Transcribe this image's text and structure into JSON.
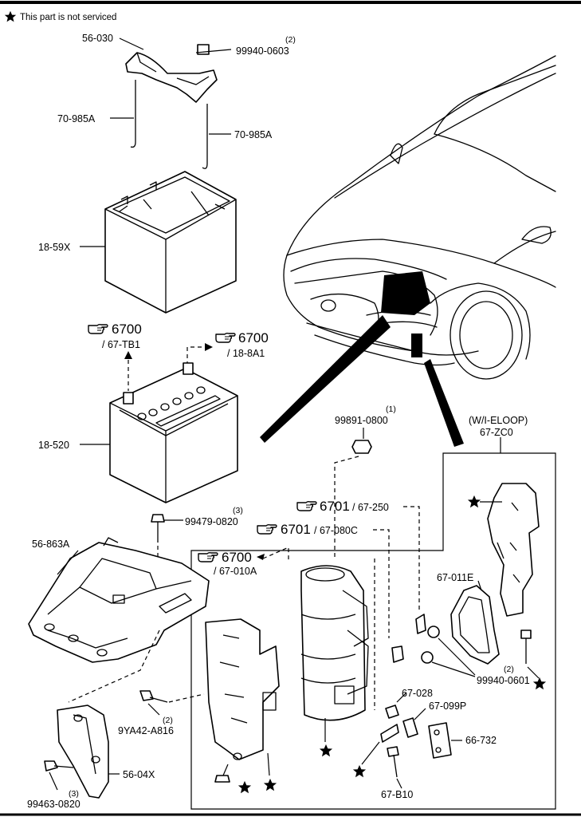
{
  "header": {
    "note_symbol": "★",
    "note_text": "This part is not serviced"
  },
  "labels": {
    "bracket_top": "56-030",
    "nut_top_qty": "(2)",
    "nut_top": "99940-0603",
    "rod_left": "70-985A",
    "rod_right": "70-985A",
    "battery_cover": "18-59X",
    "ref1_num": "6700",
    "ref1_sub": "/ 67-TB1",
    "ref2_num": "6700",
    "ref2_sub": "/ 18-8A1",
    "battery": "18-520",
    "nut_mid_qty": "(1)",
    "nut_mid": "99891-0800",
    "eloop_title": "(W/I-ELOOP)",
    "eloop_code": "67-ZC0",
    "ref3_num": "6701",
    "ref3_sub": "/ 67-250",
    "ref4_num": "6701",
    "ref4_sub": "/ 67-080C",
    "bolt_tray_qty": "(3)",
    "bolt_tray": "99479-0820",
    "tray": "56-863A",
    "ref5_num": "6700",
    "ref5_sub": "/ 67-010A",
    "cover_011e": "67-011E",
    "nut_right_qty": "(2)",
    "nut_right": "99940-0601",
    "nut_028": "67-028",
    "part_099p": "67-099P",
    "part_732": "66-732",
    "bolt_9ya_qty": "(2)",
    "bolt_9ya": "9YA42-A816",
    "bolt_b10": "67-B10",
    "bracket_04x": "56-04X",
    "bolt_bottom_qty": "(3)",
    "bolt_bottom": "99463-0820"
  },
  "icons": {
    "reference": "pointing-hand-icon",
    "not_serviced": "star-icon"
  }
}
